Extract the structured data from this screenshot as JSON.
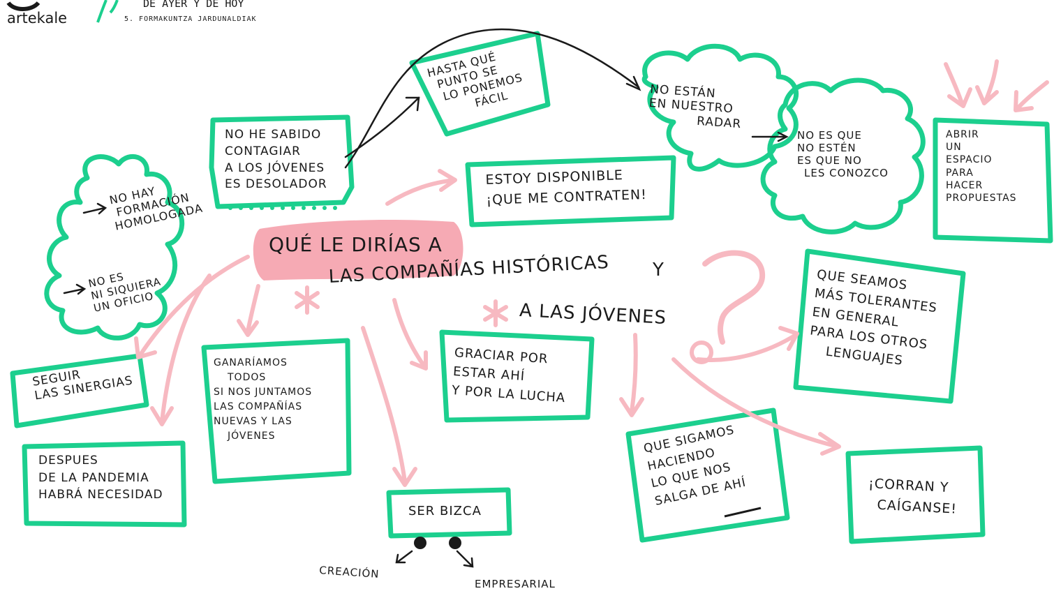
{
  "header": {
    "logo_text": "artekale",
    "event_title": "DE AYER Y DE HOY",
    "event_subtitle": "5. FORMAKUNTZA JARDUNALDIAK"
  },
  "central_question": {
    "line1": "QUÉ LE DIRÍAS A",
    "line2": "LAS COMPAÑÍAS HISTÓRICAS",
    "line2_connector": "Y",
    "line3": "A LAS JÓVENES"
  },
  "notes": {
    "no_he_sabido": [
      "NO HE SABIDO",
      "CONTAGIAR",
      "A LOS JÓVENES",
      "ES DESOLADOR"
    ],
    "hasta_que": [
      "HASTA QUÉ",
      "PUNTO SE",
      "LO PONEMOS",
      "FÁCIL"
    ],
    "no_estan": [
      "NO ESTÁN",
      "EN NUESTRO",
      "RADAR"
    ],
    "no_es_que": [
      "NO ES QUE",
      "NO ESTÉN",
      "ES QUE NO",
      "LES CONOZCO"
    ],
    "abrir": [
      "ABRIR",
      "UN",
      "ESPACIO",
      "PARA",
      "HACER",
      "PROPUESTAS"
    ],
    "estoy_disponible": [
      "ESTOY DISPONIBLE",
      "¡QUE ME CONTRATEN!"
    ],
    "no_hay_formacion": [
      "NO HAY",
      "FORMACIÓN",
      "HOMOLOGADA"
    ],
    "no_es_oficio": [
      "NO ES",
      "NI SIQUIERA",
      "UN OFICIO"
    ],
    "seguir": [
      "SEGUIR",
      "LAS SINERGIAS"
    ],
    "despues": [
      "DESPUES",
      "DE LA PANDEMIA",
      "HABRÁ NECESIDAD"
    ],
    "ganariamos": [
      "GANARÍAMOS",
      "TODOS",
      "SI NOS JUNTAMOS",
      "LAS COMPAÑÍAS",
      "NUEVAS Y LAS",
      "JÓVENES"
    ],
    "gracias": [
      "GRACIAR POR",
      "ESTAR AHÍ",
      "Y POR LA LUCHA"
    ],
    "ser_bizca": [
      "SER BIZCA"
    ],
    "creacion": "CREACIÓN",
    "empresarial": "EMPRESARIAL",
    "que_seamos": [
      "QUE SEAMOS",
      "MÁS TOLERANTES",
      "EN GENERAL",
      "PARA LOS OTROS",
      "LENGUAJES"
    ],
    "que_sigamos": [
      "QUE SIGAMOS",
      "HACIENDO",
      "LO QUE NOS",
      "SALGA DE AHÍ"
    ],
    "corran": [
      "¡CORRAN Y",
      "CAÍGANSE!"
    ]
  },
  "colors": {
    "green": "#1ccf8e",
    "pink": "#f7b9c1",
    "pink_blob": "#f6aab4",
    "ink": "#1a1a1a"
  }
}
